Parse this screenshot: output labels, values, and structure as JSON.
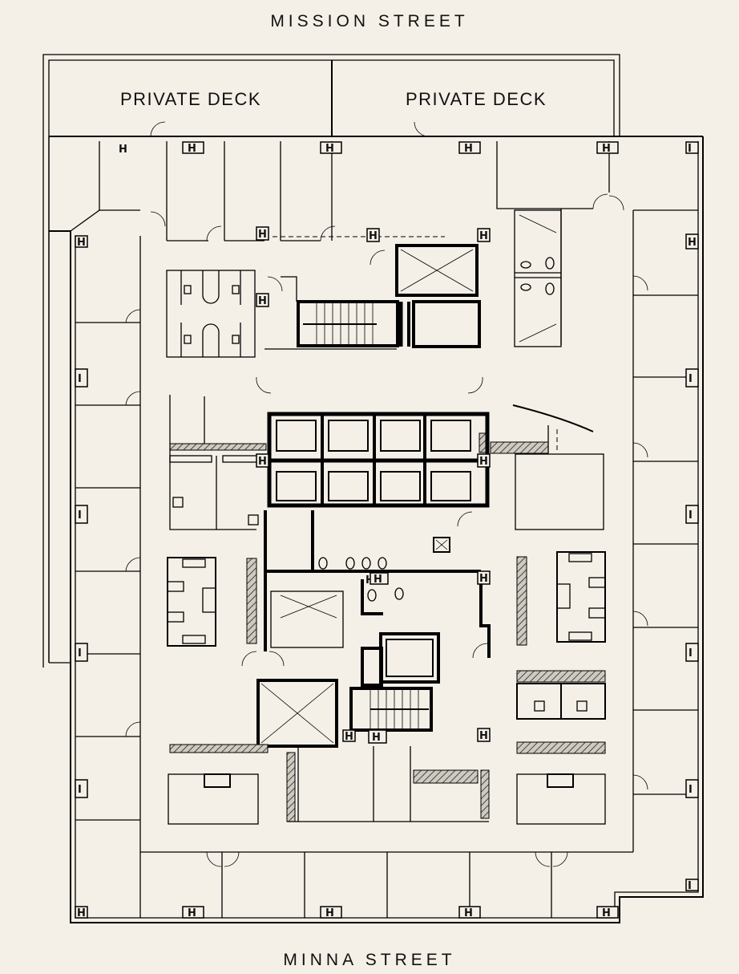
{
  "streets": {
    "north": "MISSION STREET",
    "south": "MINNA STREET"
  },
  "decks": [
    {
      "label": "PRIVATE DECK"
    },
    {
      "label": "PRIVATE DECK"
    }
  ],
  "column_glyphs": {
    "horizontal": "H",
    "vertical": "I"
  },
  "colors": {
    "background": "#f4f0e7",
    "linework": "#000000",
    "hatch": "#555555"
  },
  "core": {
    "elevators_top_row": 4,
    "elevators_bottom_row": 4,
    "stairs": 2,
    "freight_shafts": 3
  }
}
